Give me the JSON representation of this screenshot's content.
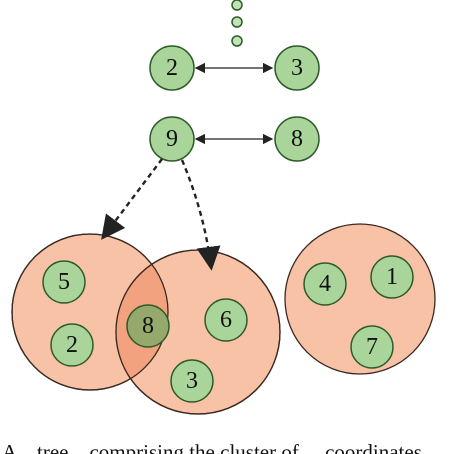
{
  "colors": {
    "node_fill": "#a9d59a",
    "node_stroke": "#2f5a2a",
    "node_in_overlap_fill": "#95a96d",
    "cluster_fill": "#f8c2a6",
    "cluster_overlap_fill": "#f2a27f",
    "cluster_stroke": "#3a2a22",
    "dot_fill": "#bfe3b3",
    "edge": "#222222"
  },
  "top_nodes": [
    {
      "id": "node-2",
      "label": "2"
    },
    {
      "id": "node-3",
      "label": "3"
    },
    {
      "id": "node-9",
      "label": "9"
    },
    {
      "id": "node-8",
      "label": "8"
    }
  ],
  "clusters": [
    {
      "id": "cluster-left",
      "nodes": [
        {
          "label": "5"
        },
        {
          "label": "2"
        }
      ]
    },
    {
      "id": "cluster-middle",
      "nodes": [
        {
          "label": "8"
        },
        {
          "label": "6"
        },
        {
          "label": "3"
        }
      ]
    },
    {
      "id": "cluster-right",
      "nodes": [
        {
          "label": "4"
        },
        {
          "label": "1"
        },
        {
          "label": "7"
        }
      ]
    }
  ],
  "caption": {
    "text": "A ...tree ...comprising the cluster of ... coordinates ... ."
  }
}
